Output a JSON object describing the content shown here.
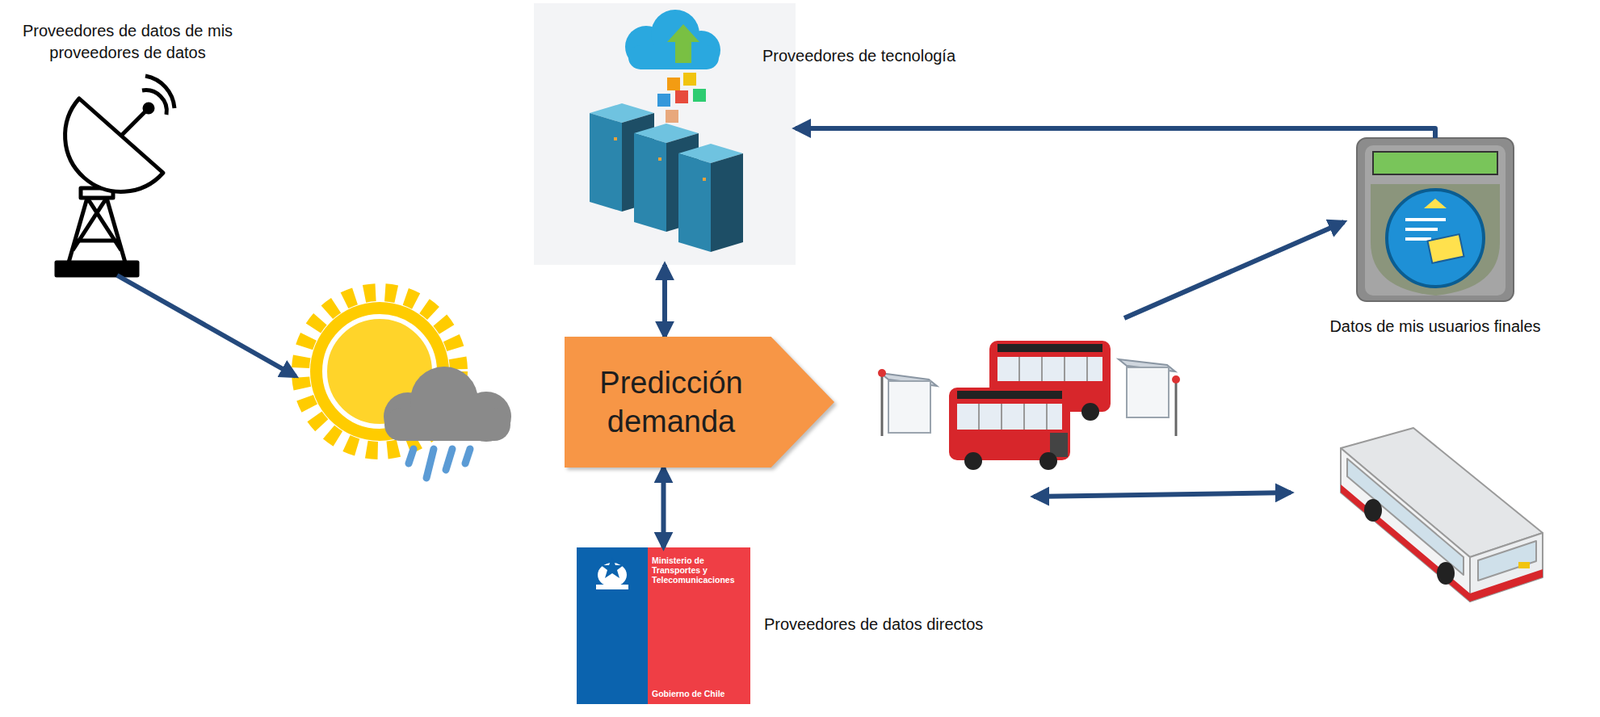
{
  "diagram": {
    "nodes": [
      {
        "text": [
          "Proveedores de datos de mis proveedores de datos"
        ]
      },
      {
        "text": [
          "Proveedores de tecnología"
        ]
      },
      {
        "text": [
          "Predicción demanda"
        ]
      },
      {
        "text": [
          "Datos de mis usuarios finales"
        ]
      },
      {
        "text": [
          "Ministerio de Transportes y Telecomunicaciones",
          "Gobierno de Chile",
          "Proveedores de datos directos"
        ]
      }
    ],
    "edges": [
      {
        "from": 2,
        "to": 1,
        "arrow": "both"
      },
      {
        "from": 3,
        "to": 1,
        "arrow": "to"
      },
      {
        "from": 2,
        "to": 4,
        "arrow": "both"
      }
    ]
  }
}
